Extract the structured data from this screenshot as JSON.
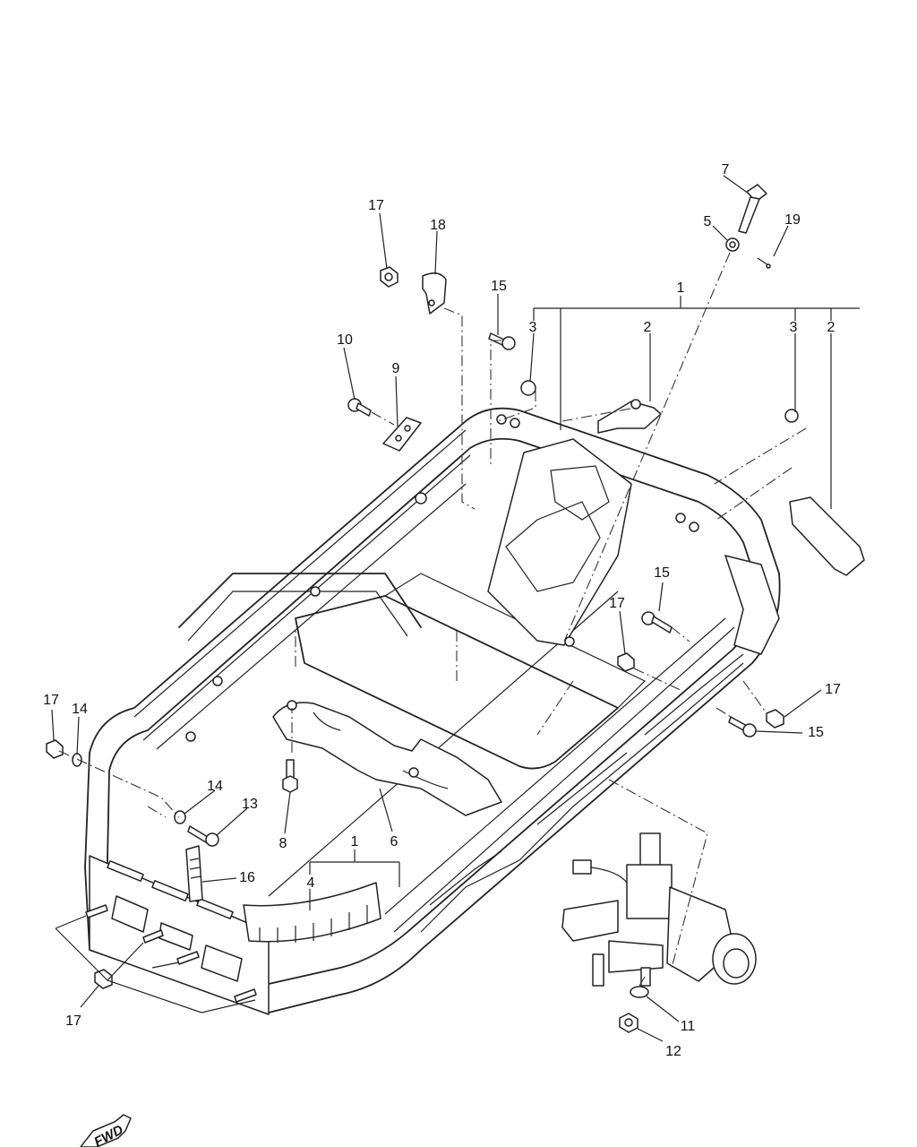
{
  "callouts": {
    "c1_top": "1",
    "c1_bottom": "1",
    "c2_a": "2",
    "c2_b": "2",
    "c3_a": "3",
    "c3_b": "3",
    "c4": "4",
    "c5": "5",
    "c6": "6",
    "c7": "7",
    "c8": "8",
    "c9": "9",
    "c10": "10",
    "c11": "11",
    "c12": "12",
    "c13": "13",
    "c14_a": "14",
    "c14_b": "14",
    "c15_a": "15",
    "c15_b": "15",
    "c15_c": "15",
    "c16": "16",
    "c17_a": "17",
    "c17_b": "17",
    "c17_c": "17",
    "c17_d": "17",
    "c17_e": "17",
    "c18": "18",
    "c19": "19"
  },
  "fwd_mark": "FWD"
}
